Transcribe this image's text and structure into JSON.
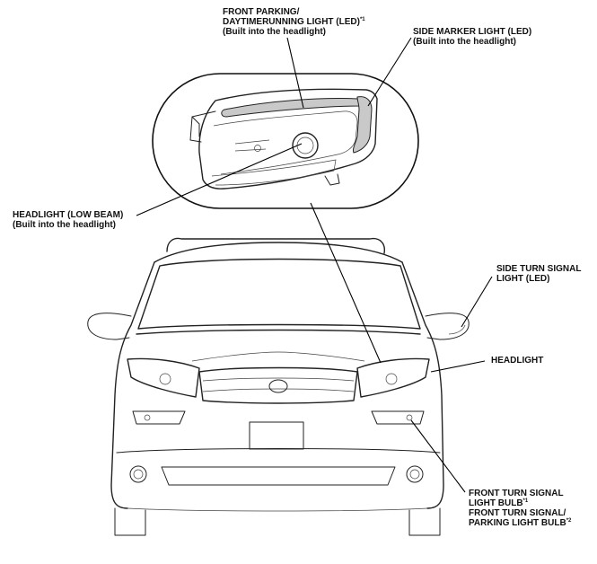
{
  "labels": {
    "front_parking": {
      "line1": "FRONT PARKING/",
      "line2": "DAYTIMERUNNING LIGHT (LED)",
      "line2_sup": "*1",
      "line3": "(Built into the headlight)"
    },
    "side_marker": {
      "line1": "SIDE MARKER LIGHT (LED)",
      "line2": "(Built into the headlight)"
    },
    "headlight_low": {
      "line1": "HEADLIGHT (LOW BEAM)",
      "line2": "(Built into the headlight)"
    },
    "side_turn": {
      "line1": "SIDE TURN SIGNAL",
      "line2": "LIGHT (LED)"
    },
    "headlight": {
      "line1": "HEADLIGHT"
    },
    "front_turn": {
      "line1": "FRONT TURN SIGNAL",
      "line2": "LIGHT BULB",
      "line2_sup": "*1",
      "line3": "FRONT TURN SIGNAL/",
      "line4": "PARKING LIGHT BULB",
      "line4_sup": "*2"
    }
  },
  "colors": {
    "line": "#222222",
    "highlight": "#c9c9c9",
    "background": "#ffffff"
  }
}
